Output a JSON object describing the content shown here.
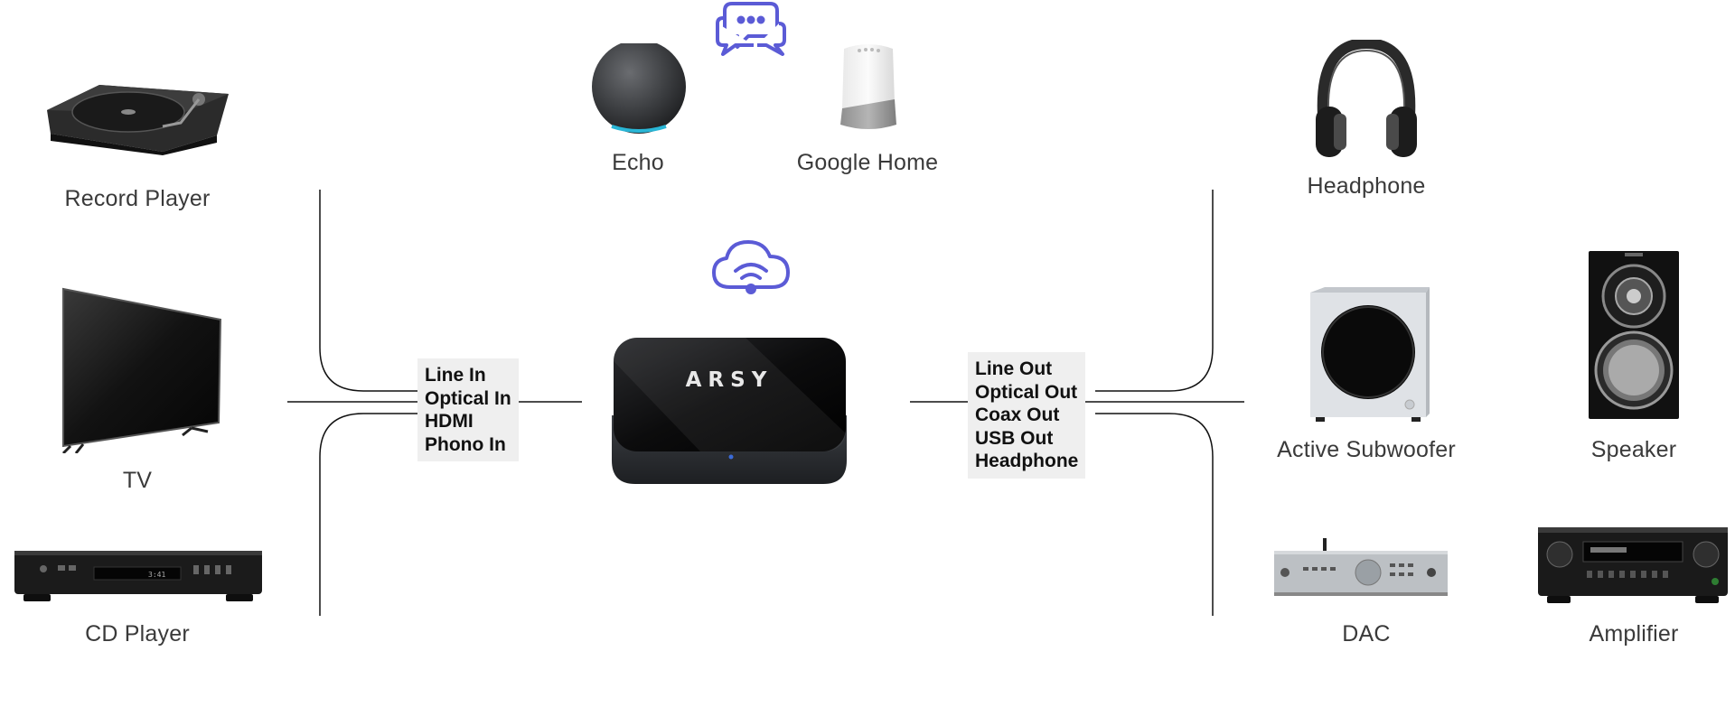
{
  "hub": {
    "brand": "ARSY"
  },
  "inputs": {
    "ports": [
      "Line In",
      "Optical In",
      "HDMI",
      "Phono In"
    ],
    "devices": [
      {
        "id": "record-player",
        "label": "Record Player"
      },
      {
        "id": "tv",
        "label": "TV"
      },
      {
        "id": "cd-player",
        "label": "CD Player"
      }
    ]
  },
  "outputs": {
    "ports": [
      "Line Out",
      "Optical Out",
      "Coax Out",
      "USB Out",
      "Headphone"
    ],
    "devices": [
      {
        "id": "headphone",
        "label": "Headphone"
      },
      {
        "id": "active-subwoofer",
        "label": "Active Subwoofer"
      },
      {
        "id": "speaker",
        "label": "Speaker"
      },
      {
        "id": "dac",
        "label": "DAC"
      },
      {
        "id": "amplifier",
        "label": "Amplifier"
      }
    ]
  },
  "voice": {
    "devices": [
      {
        "id": "echo",
        "label": "Echo"
      },
      {
        "id": "google-home",
        "label": "Google Home"
      }
    ]
  },
  "colors": {
    "accent": "#5b5bd6",
    "line": "#111111",
    "box": "#efefef"
  }
}
